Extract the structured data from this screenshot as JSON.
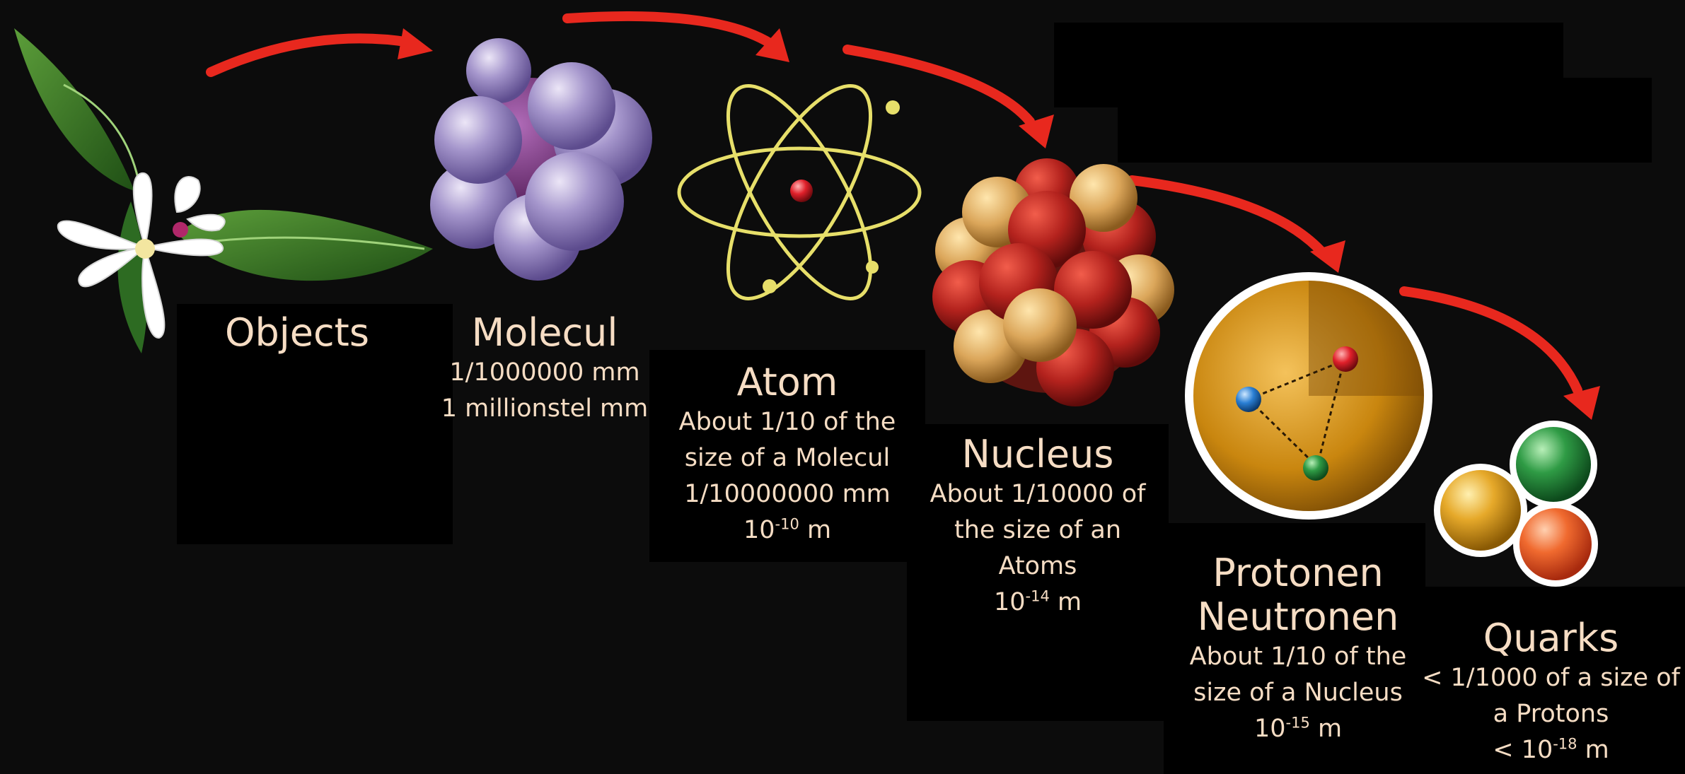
{
  "stages": [
    {
      "title": "Objects",
      "lines": []
    },
    {
      "title": "Molecul",
      "lines": [
        "1/1000000 mm",
        "1 millionstel mm"
      ]
    },
    {
      "title": "Atom",
      "lines": [
        "About 1/10  of  the",
        "size of a Molecul",
        "1/10000000 mm"
      ],
      "unit": {
        "base": "10",
        "exp": "-10",
        "suffix": " m"
      }
    },
    {
      "title": "Nucleus",
      "lines": [
        "About 1/10000 of",
        "the size of an",
        "Atoms"
      ],
      "unit": {
        "base": "10",
        "exp": "-14",
        "suffix": " m"
      }
    },
    {
      "title": "Protonen",
      "title2": "Neutronen",
      "lines": [
        "About 1/10 of the",
        "size of a Nucleus"
      ],
      "unit": {
        "base": "10",
        "exp": "-15",
        "suffix": " m"
      }
    },
    {
      "title": "Quarks",
      "lines": [
        "< 1/1000 of a size of",
        "a Protons"
      ],
      "unit": {
        "base": "< 10",
        "exp": "-18",
        "suffix": " m"
      }
    }
  ],
  "colors": {
    "text": "#f6ddc4",
    "arrow": "#e8281e",
    "background": "#0c0c0c"
  },
  "icons": [
    "lemon-blossom",
    "molecule",
    "atom",
    "nucleus",
    "proton-quarks",
    "quarks"
  ]
}
